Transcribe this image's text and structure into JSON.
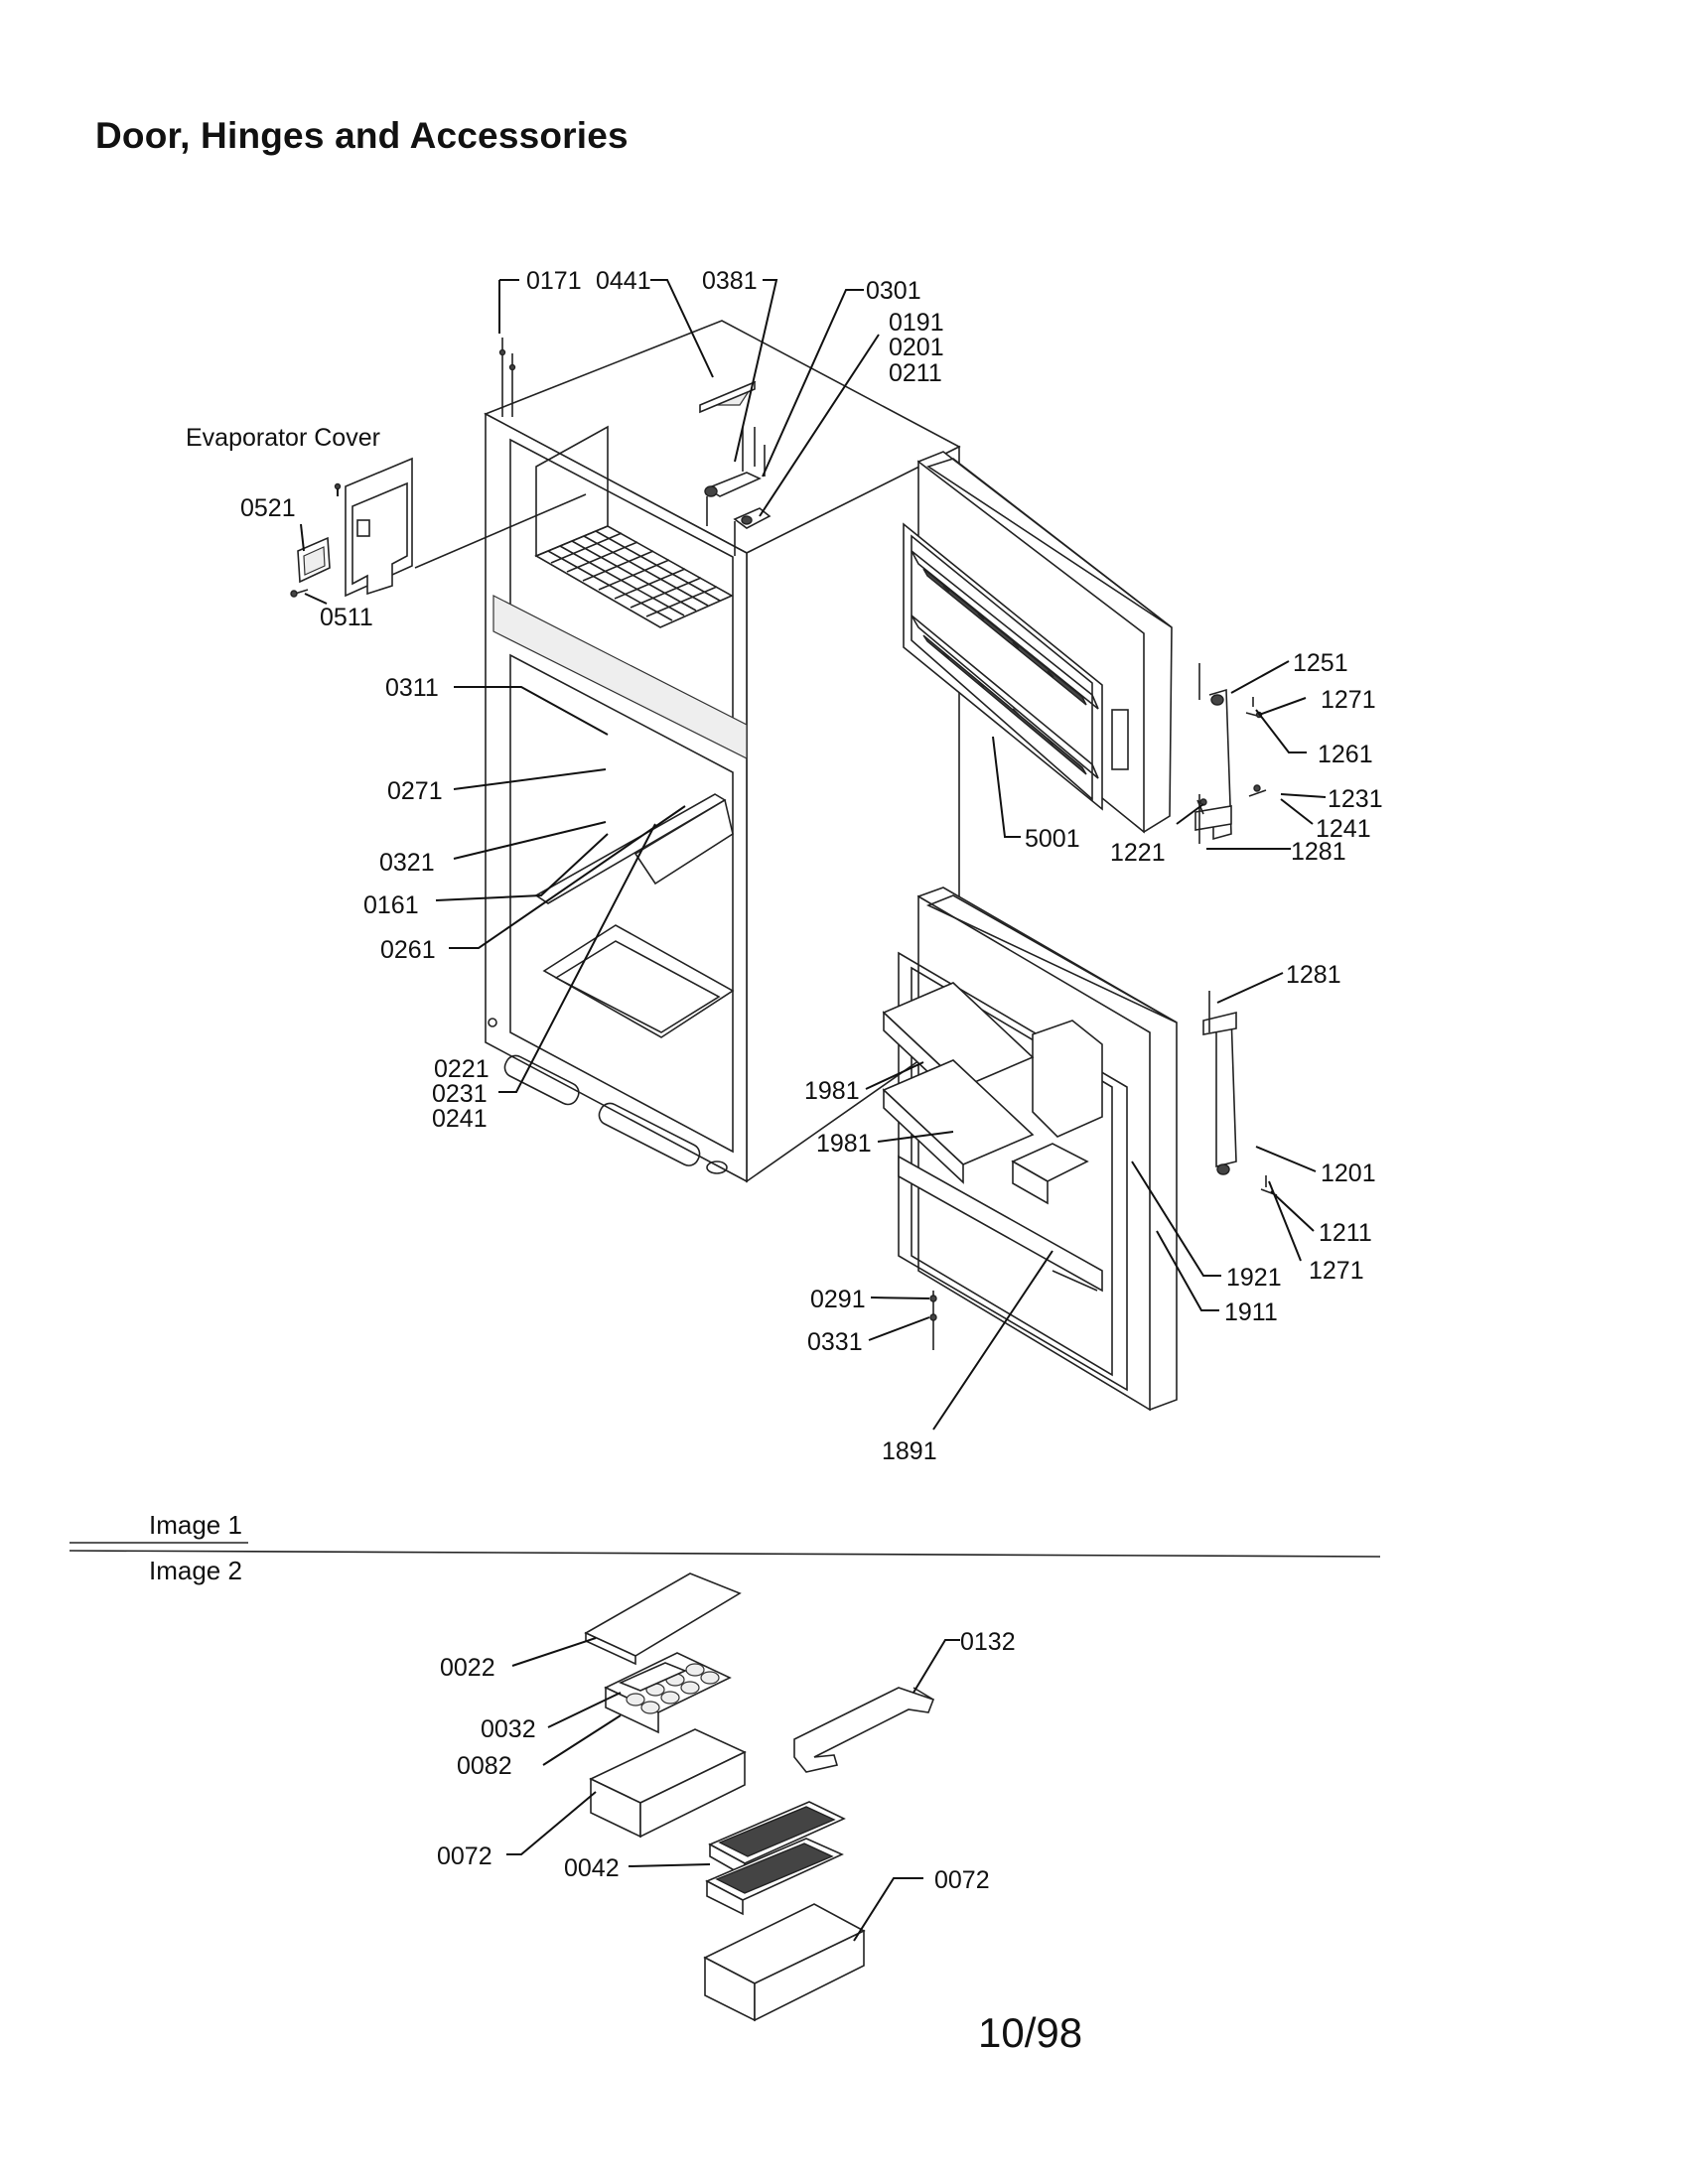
{
  "page": {
    "title": "Door, Hinges and Accessories",
    "section_labels": {
      "image1": "Image 1",
      "image2": "Image 2"
    },
    "date": "10/98"
  },
  "image1_labels": {
    "p0171": "0171",
    "p0441": "0441",
    "p0381": "0381",
    "p0301": "0301",
    "p0191": "0191",
    "p0201": "0201",
    "p0211": "0211",
    "evap": "Evaporator Cover",
    "p0521": "0521",
    "p0511": "0511",
    "p0311": "0311",
    "p0271": "0271",
    "p0321": "0321",
    "p0161": "0161",
    "p0261": "0261",
    "p0221": "0221",
    "p0231": "0231",
    "p0241": "0241",
    "p1251": "1251",
    "p1271a": "1271",
    "p1261": "1261",
    "p1231": "1231",
    "p1241": "1241",
    "p1221": "1221",
    "p1281a": "1281",
    "p5001": "5001",
    "p1281b": "1281",
    "p1981a": "1981",
    "p1981b": "1981",
    "p1201": "1201",
    "p1211": "1211",
    "p1271b": "1271",
    "p1921": "1921",
    "p1911": "1911",
    "p0291": "0291",
    "p0331": "0331",
    "p1891": "1891"
  },
  "image2_labels": {
    "p0022": "0022",
    "p0032": "0032",
    "p0082": "0082",
    "p0072a": "0072",
    "p0042": "0042",
    "p0072b": "0072",
    "p0132": "0132"
  }
}
